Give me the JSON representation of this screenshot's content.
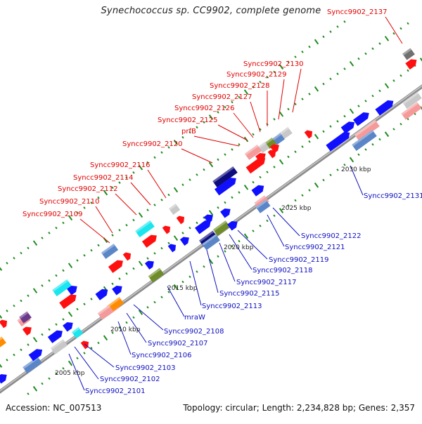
{
  "title": "Synechococcus sp. CC9902, complete genome",
  "footer": {
    "accession": "Accession: NC_007513",
    "topology": "Topology: circular; Length: 2,234,828 bp; Genes: 2,357"
  },
  "colors": {
    "background": "#ffffff",
    "backbone": "#8c8c8c",
    "tick": "#1e8c1e",
    "label_red": "#e00000",
    "label_blue": "#1010c0",
    "gene_red": "#ff1010",
    "gene_blue": "#1010ff",
    "gene_cyan": "#19e6ee",
    "gene_pink": "#f59a9a",
    "gene_steel": "#5a86c8",
    "gene_navy": "#0c0c7c",
    "gene_gray": "#c8c8c8",
    "gene_olive": "#6e8c28",
    "gene_orange": "#ff8c00"
  },
  "kbp_labels": [
    "2005 kbp",
    "2010 kbp",
    "2015 kbp",
    "2020 kbp",
    "2025 kbp",
    "2030 kbp"
  ],
  "upper_labels": [
    "Syncc9902_2137",
    "Syncc9902_2130",
    "Syncc9902_2129",
    "Syncc9902_2128",
    "Syncc9902_2127",
    "Syncc9902_2126",
    "Syncc9902_2125",
    "prfB",
    "Syncc9902_2120",
    "Syncc9902_2116",
    "Syncc9902_2114",
    "Syncc9902_2112",
    "Syncc9902_2110",
    "Syncc9902_2109"
  ],
  "lower_labels": [
    "Syncc9902_2131",
    "Syncc9902_2122",
    "Syncc9902_2121",
    "Syncc9902_2119",
    "Syncc9902_2118",
    "Syncc9902_2117",
    "Syncc9902_2115",
    "Syncc9902_2113",
    "mraW",
    "Syncc9902_2108",
    "Syncc9902_2107",
    "Syncc9902_2106",
    "Syncc9902_2103",
    "Syncc9902_2102",
    "Syncc9902_2101"
  ]
}
